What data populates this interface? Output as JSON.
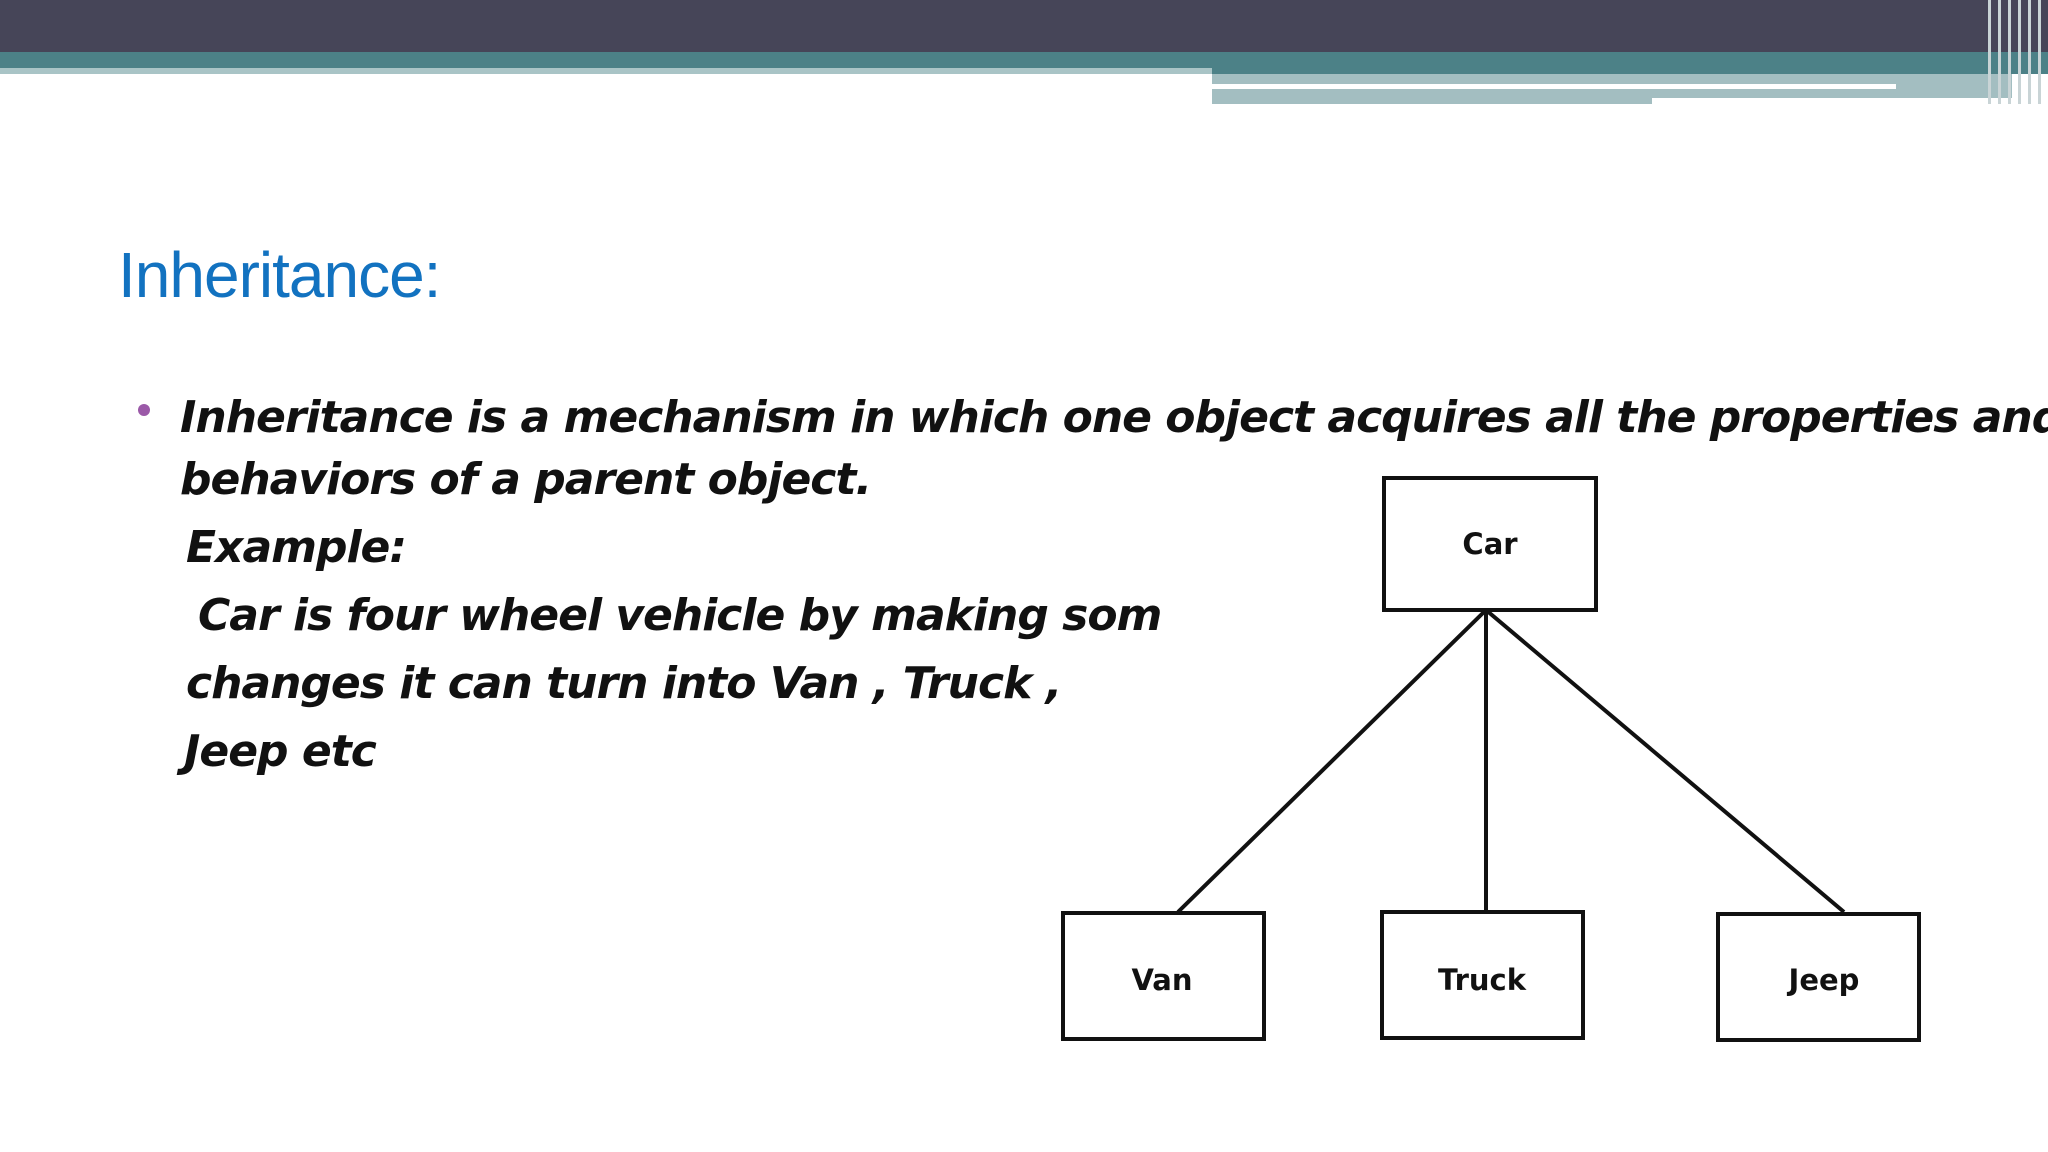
{
  "slide": {
    "title": "Inheritance:",
    "bullet_line1": "Inheritance is a mechanism in which one object acquires all the properties and",
    "bullet_line2": "behaviors of a parent object.",
    "example_label": "Example:",
    "example_line1": "Car is four wheel vehicle by making som",
    "example_line2": "changes it can turn into Van , Truck ,",
    "example_line3": "Jeep etc"
  },
  "diagram": {
    "root": "Car",
    "children": [
      "Van",
      "Truck",
      "Jeep"
    ]
  },
  "colors": {
    "title": "#1272c0",
    "bullet": "#9b59a8",
    "header_dark": "#464558",
    "header_teal": "#4c8187"
  }
}
